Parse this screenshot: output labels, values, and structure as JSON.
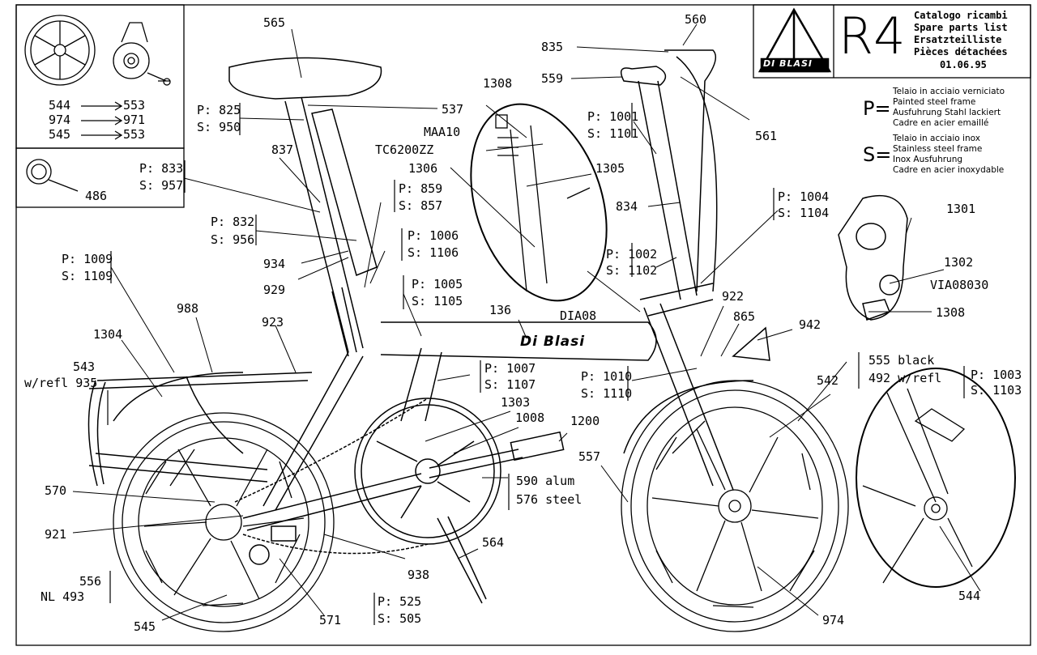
{
  "title_block": {
    "logo_text": "DI BLASI",
    "model": "R4",
    "lines": [
      "Catalogo ricambi",
      "Spare parts list",
      "Ersatzteilliste",
      "Pièces détachées",
      "01.06.95"
    ]
  },
  "legend": {
    "p_symbol": "P=",
    "p_lines": [
      "Telaio in acciaio verniciato",
      "Painted steel frame",
      "Ausfuhrung Stahl lackiert",
      "Cadre en acier emaillé"
    ],
    "s_symbol": "S=",
    "s_lines": [
      "Telaio in acciaio inox",
      "Stainless steel frame",
      "Inox Ausfuhrung",
      "Cadre en acier inoxydable"
    ]
  },
  "inset_wheel": {
    "mappings": [
      {
        "from": "544",
        "to": "553"
      },
      {
        "from": "974",
        "to": "971"
      },
      {
        "from": "545",
        "to": "553"
      }
    ]
  },
  "inset_clip": {
    "label": "486"
  },
  "frame_brand": "Di Blasi",
  "labels": {
    "l565": "565",
    "l560": "560",
    "l835": "835",
    "l559": "559",
    "l561": "561",
    "l537": "537",
    "p825": "P: 825",
    "s950": "S: 950",
    "l837": "837",
    "p833": "P: 833",
    "s957": "S: 957",
    "p832": "P: 832",
    "s956": "S: 956",
    "p859": "P: 859",
    "s857": "S: 857",
    "p1006": "P: 1006",
    "s1106": "S: 1106",
    "l934": "934",
    "l929": "929",
    "p1009": "P: 1009",
    "s1109": "S: 1109",
    "l988": "988",
    "l923": "923",
    "l1304": "1304",
    "l543": "543",
    "wrefl935": "w/refl  935",
    "p1005": "P: 1005",
    "s1105": "S: 1105",
    "l136": "136",
    "l1308a": "1308",
    "maa10": "MAA10",
    "tc6200": "TC6200ZZ",
    "l1306": "1306",
    "l1305": "1305",
    "dia08": "DIA08",
    "p1001": "P: 1001",
    "s1101": "S: 1101",
    "l834": "834",
    "p1002": "P: 1002",
    "s1102": "S: 1102",
    "p1004": "P: 1004",
    "s1104": "S: 1104",
    "l1301": "1301",
    "l1302": "1302",
    "via08030": "VIA08030",
    "l1308b": "1308",
    "l922": "922",
    "l865": "865",
    "l942": "942",
    "p1007": "P: 1007",
    "s1107": "S: 1107",
    "p1010": "P: 1010",
    "s1110": "S: 1110",
    "l555": "555 black",
    "l492": "492  w/refl",
    "p1003": "P: 1003",
    "s1103": "S: 1103",
    "l542": "542",
    "l1303": "1303",
    "l1008": "1008",
    "l1200": "1200",
    "l590": "590  alum",
    "l576": "576  steel",
    "l557": "557",
    "l570": "570",
    "l921": "921",
    "l564": "564",
    "l938": "938",
    "l556": "556",
    "nl493": "NL  493",
    "p525": "P: 525",
    "s505": "S: 505",
    "l545": "545",
    "l571": "571",
    "l974": "974",
    "l544": "544"
  }
}
